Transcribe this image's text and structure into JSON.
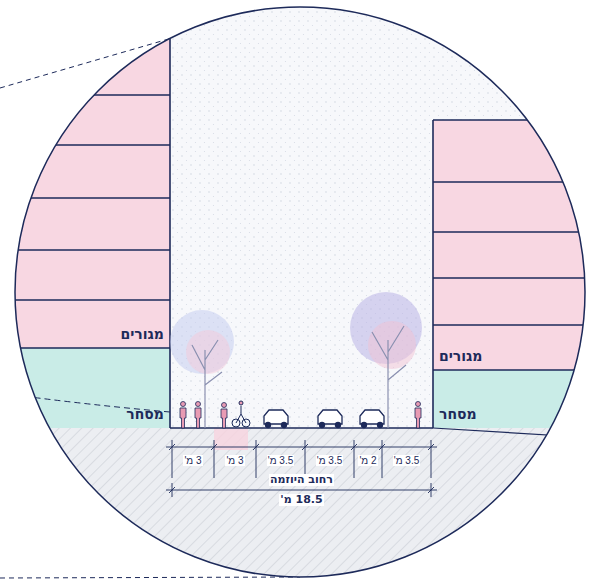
{
  "diagram": {
    "nodes": [
      {
        "text": [
          "מגורים"
        ]
      },
      {
        "text": [
          "מסחר"
        ]
      },
      {
        "text": [
          "מגורים"
        ]
      },
      {
        "text": [
          "מסחר"
        ]
      }
    ],
    "labels": [
      "3 מ'",
      "3 מ'",
      "3.5 מ'",
      "3.5 מ'",
      "2 מ'",
      "3.5 מ'",
      "רחוב היוזמה",
      "18.5 מ'"
    ]
  }
}
